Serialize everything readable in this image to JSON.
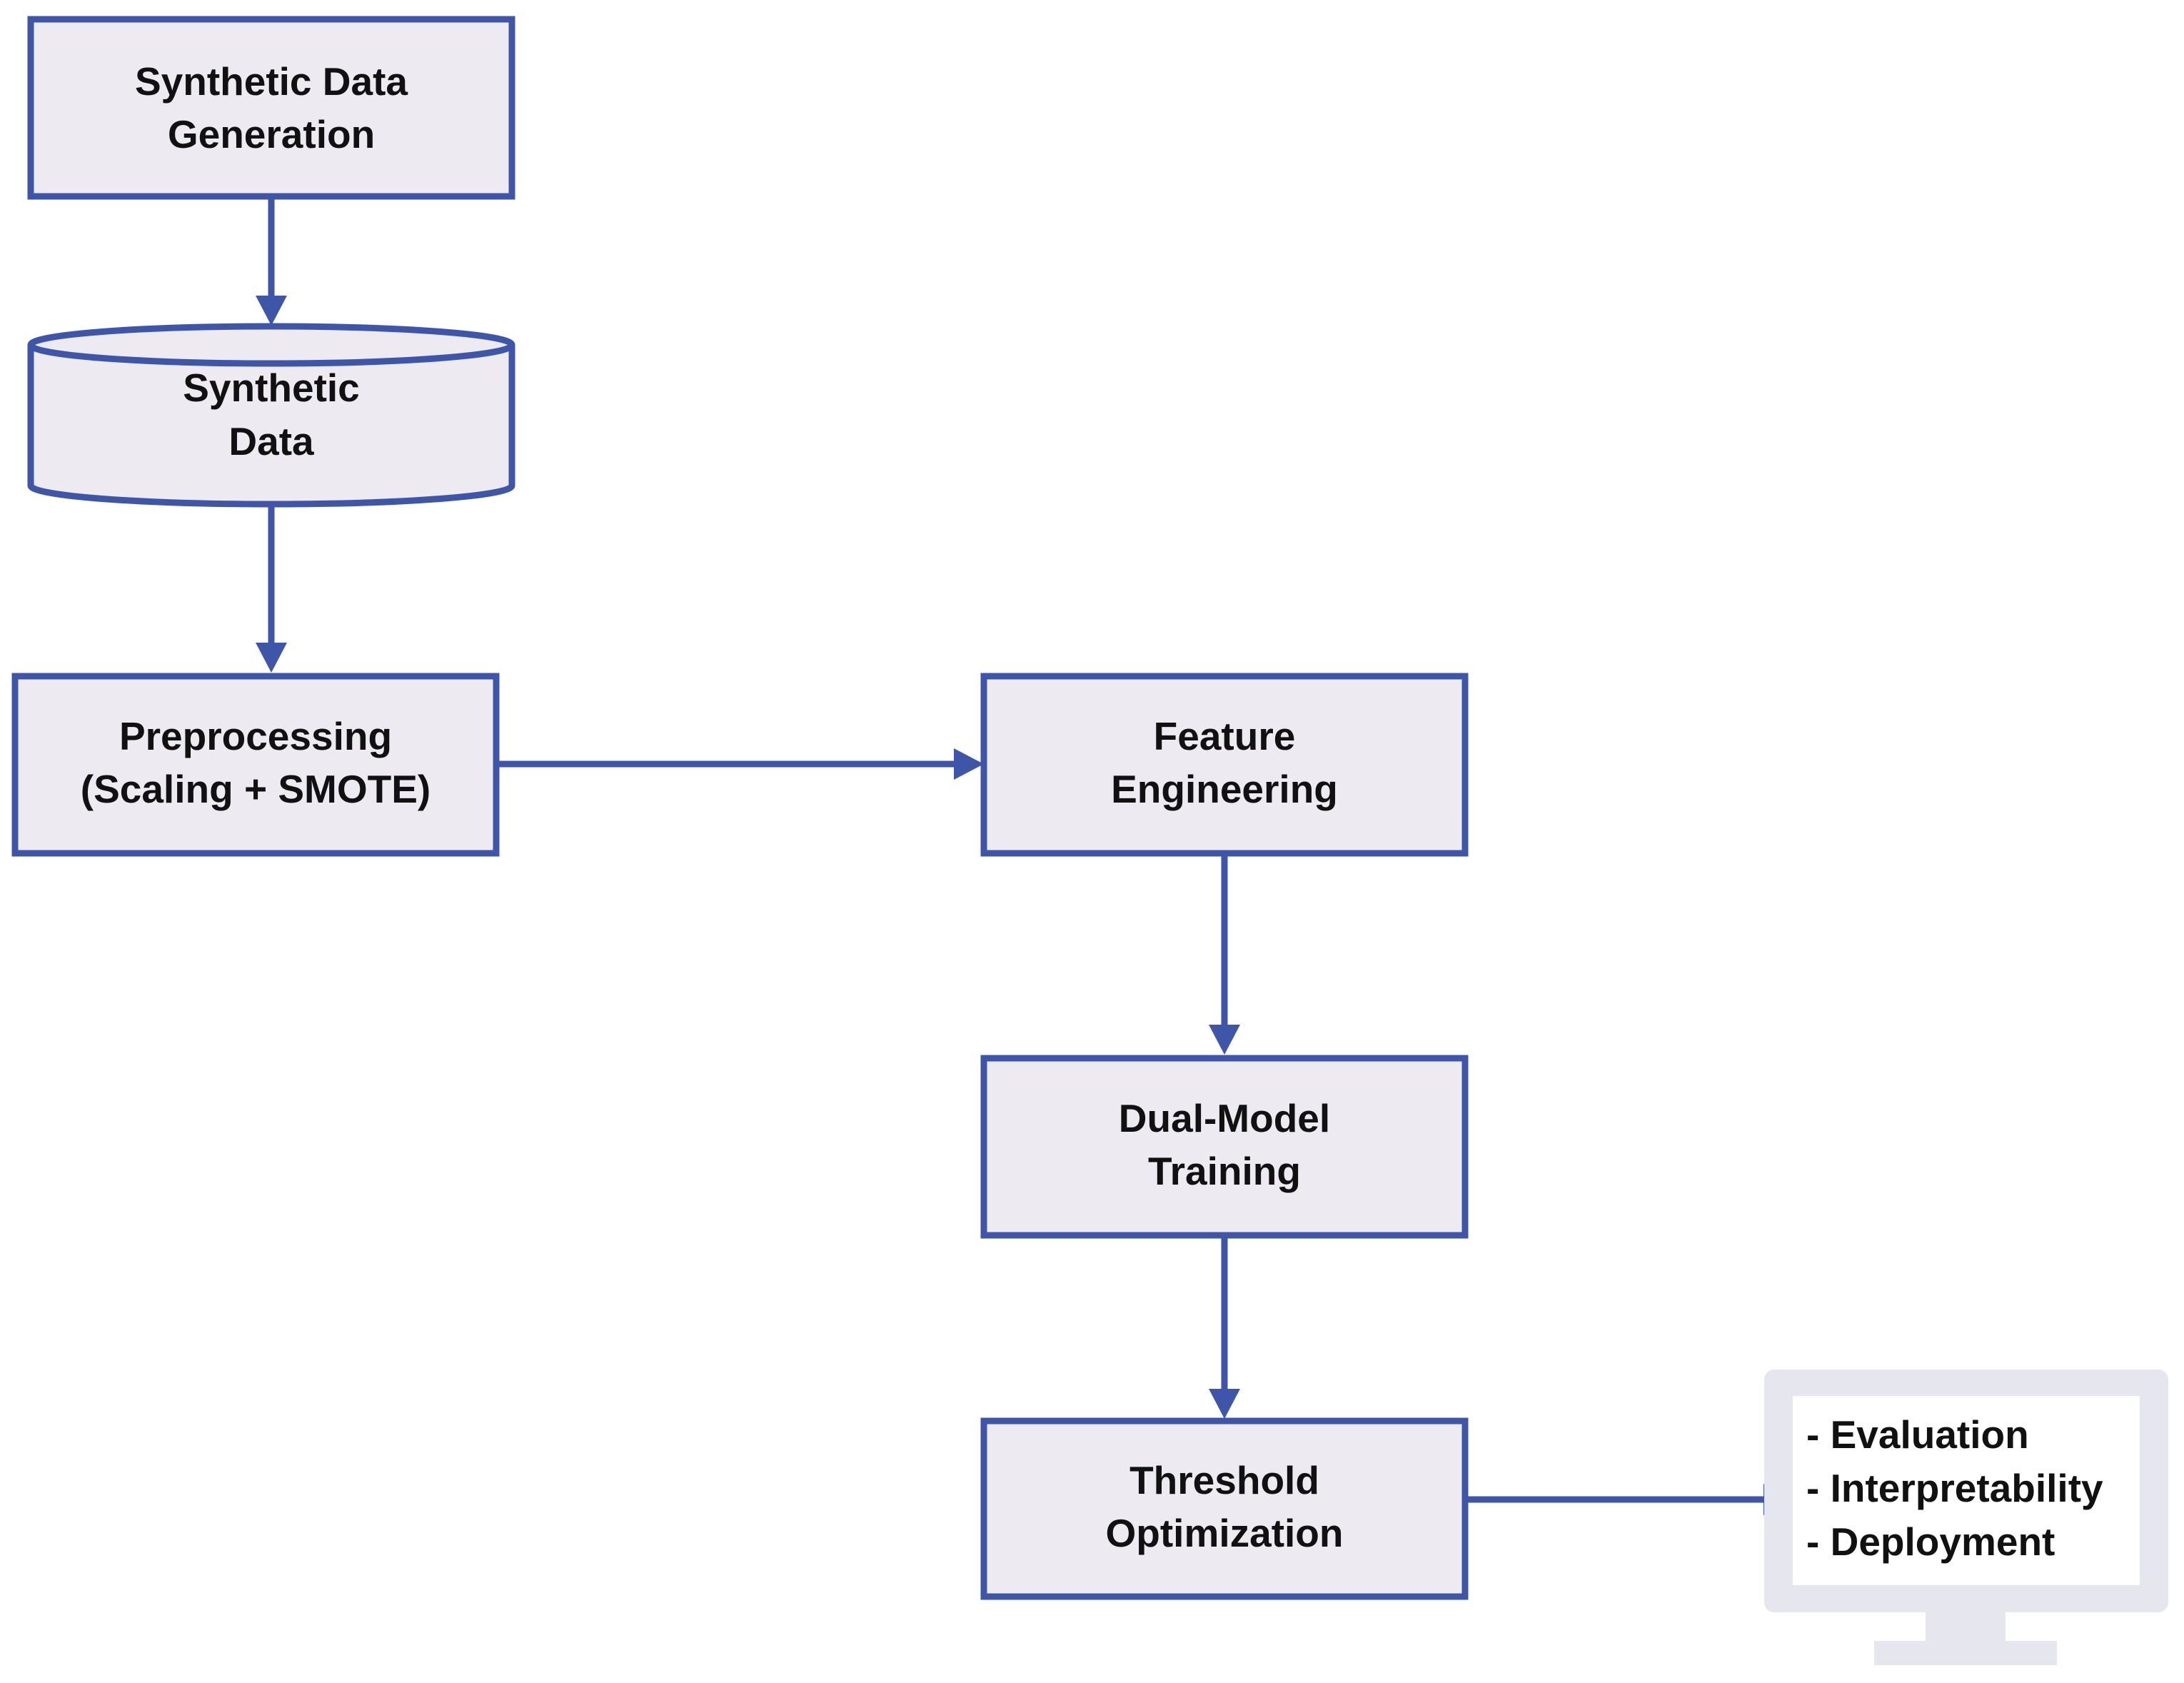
{
  "colors": {
    "accent": "#3f56a8",
    "box_fill": "#edebf1",
    "monitor_frame": "#e6e6ee",
    "text": "#111111"
  },
  "nodes": {
    "synthetic_data_generation": {
      "line1": "Synthetic Data",
      "line2": "Generation"
    },
    "synthetic_data": {
      "line1": "Synthetic",
      "line2": "Data"
    },
    "preprocessing": {
      "line1": "Preprocessing",
      "line2": "(Scaling + SMOTE)"
    },
    "feature_engineering": {
      "line1": "Feature",
      "line2": "Engineering"
    },
    "dual_model_training": {
      "line1": "Dual-Model",
      "line2": "Training"
    },
    "threshold_optimization": {
      "line1": "Threshold",
      "line2": "Optimization"
    }
  },
  "output_panel": {
    "icon": "monitor-icon",
    "items": [
      "- Evaluation",
      "- Interpretability",
      "- Deployment"
    ]
  }
}
